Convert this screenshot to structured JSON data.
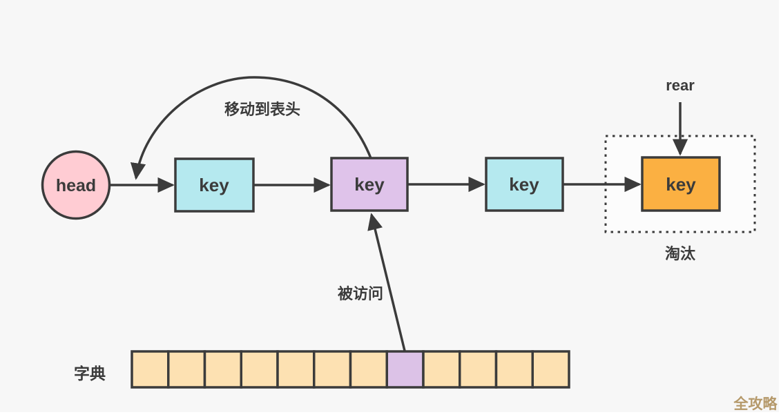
{
  "labels": {
    "head": "head",
    "move_to_front": "移动到表头",
    "rear": "rear",
    "evict": "淘汰",
    "accessed": "被访问",
    "dictionary": "字典",
    "watermark": "全攻略"
  },
  "nodes": [
    {
      "label": "key",
      "color": "#b5e9ef"
    },
    {
      "label": "key",
      "color": "#dfc3ea"
    },
    {
      "label": "key",
      "color": "#b5e9ef"
    },
    {
      "label": "key",
      "color": "#fbb042"
    }
  ],
  "dictionary": {
    "label": "字典",
    "cells": [
      "normal",
      "normal",
      "normal",
      "normal",
      "normal",
      "normal",
      "normal",
      "highlight",
      "normal",
      "normal",
      "normal",
      "normal"
    ]
  },
  "colors": {
    "background": "#f7f7f7",
    "stroke": "#3b3b3b",
    "text": "#3b3b3b",
    "head_fill": "#ffccd3",
    "cell": "#fde1b2",
    "cell_highlight": "#dcc2e7",
    "evict_zone_fill": "#fcfcfc",
    "watermark": "#b5996a"
  }
}
